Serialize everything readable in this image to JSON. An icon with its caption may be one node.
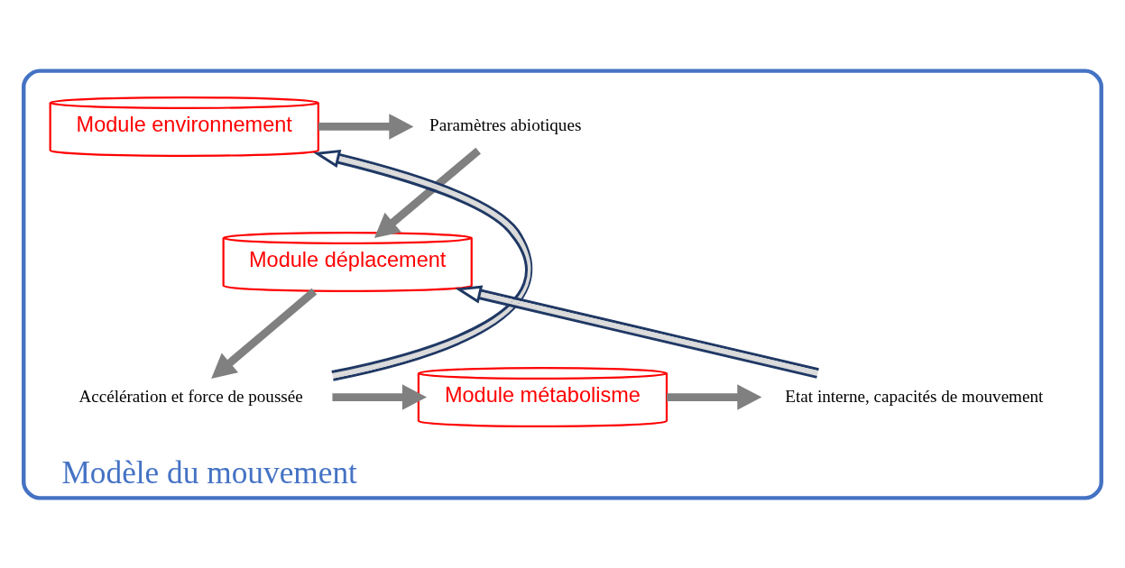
{
  "diagram": {
    "nodes": [
      {
        "text": [
          "Modèle du mouvement"
        ]
      },
      {
        "text": [
          "Module environnement"
        ],
        "in": 0
      },
      {
        "text": [
          "Paramètres abiotiques"
        ],
        "in": 0
      },
      {
        "text": [
          "Module déplacement"
        ],
        "in": 0
      },
      {
        "text": [
          "Accélération et force de poussée"
        ],
        "in": 0
      },
      {
        "text": [
          "Module métabolisme"
        ],
        "in": 0
      },
      {
        "text": [
          "Etat interne, capacités de mouvement"
        ],
        "in": 0
      }
    ],
    "edges": [
      {
        "from": 1,
        "to": 2,
        "arrow": "to"
      },
      {
        "from": 2,
        "to": 3,
        "arrow": "to"
      },
      {
        "from": 3,
        "to": 4,
        "arrow": "to"
      },
      {
        "from": 4,
        "to": 5,
        "arrow": "to"
      },
      {
        "from": 5,
        "to": 6,
        "arrow": "to"
      },
      {
        "from": 6,
        "to": 3,
        "arrow": "to",
        "color": "#1f3864"
      },
      {
        "from": 4,
        "to": 1,
        "arrow": "to",
        "color": "#1f3864"
      }
    ]
  }
}
